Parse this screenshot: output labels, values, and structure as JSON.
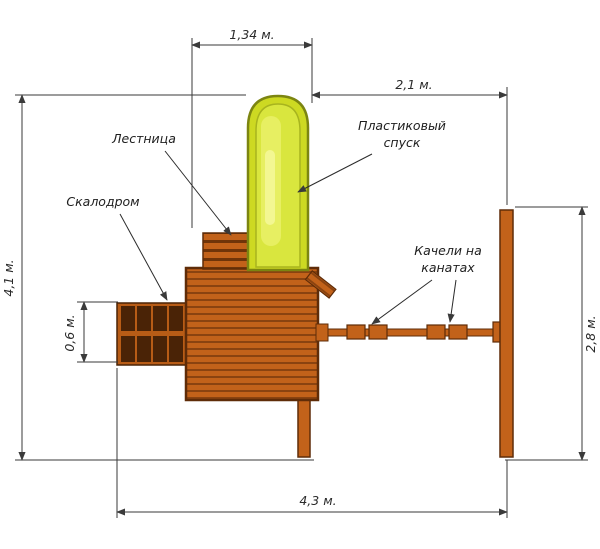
{
  "labels": {
    "ladder": "Лестница",
    "slide": [
      "Пластиковый",
      "спуск"
    ],
    "climbing_wall": "Скалодром",
    "swings": [
      "Качели на",
      "канатах"
    ]
  },
  "dimensions": {
    "top": "1,34 м.",
    "top_right": "2,1 м.",
    "left": "4,1 м.",
    "left_inner": "0,6 м.",
    "right": "2,8 м.",
    "bottom": "4,3 м."
  },
  "colors": {
    "wood": "#c2621a",
    "wood_dark": "#5f2c08",
    "slide_green": "#cdd922",
    "slide_outline": "#7c8511",
    "dim_line": "#3a3a3a"
  }
}
